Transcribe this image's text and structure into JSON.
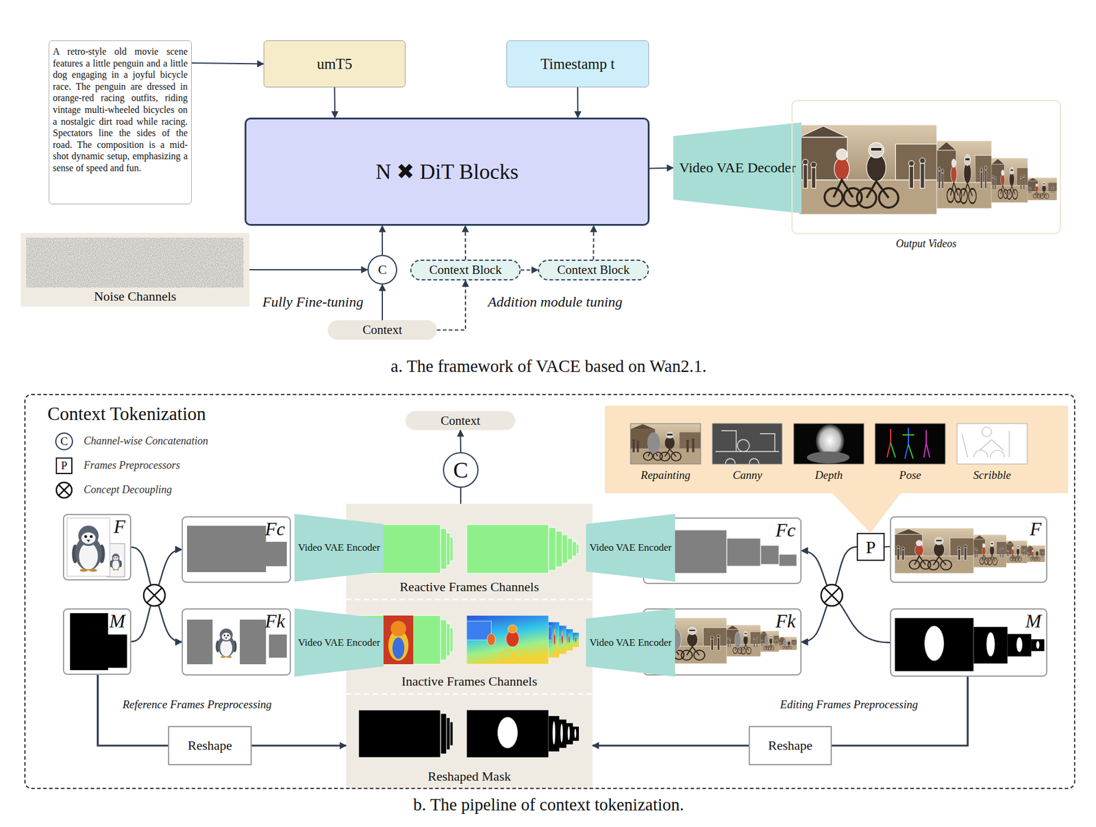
{
  "diagram": {
    "nodes": [
      {
        "text": [
          "A retro-style old movie scene features a little penguin and a little dog engaging in a joyful bicycle race. The penguin are dressed in orange-red racing outfits, riding vintage multi-wheeled bicycles on a nostalgic dirt road while racing. Spectators line the sides of the road. The composition is a mid-shot dynamic setup, emphasizing a sense of speed and fun."
        ]
      },
      {
        "text": [
          "umT5"
        ]
      },
      {
        "text": [
          "Timestamp t"
        ]
      },
      {
        "text": [
          "N ✖ DiT Blocks"
        ]
      },
      {
        "text": [
          "Video VAE Decoder"
        ]
      },
      {
        "text": [
          "Output Videos"
        ]
      },
      {
        "text": [
          "Noise Channels"
        ]
      },
      {
        "text": [
          "C"
        ]
      },
      {
        "text": [
          "Context Block"
        ]
      },
      {
        "text": [
          "Context Block"
        ]
      },
      {
        "text": [
          "Context"
        ]
      },
      {
        "text": [
          "Context Tokenization"
        ]
      },
      {
        "text": [
          "Context"
        ],
        "in": 11
      },
      {
        "text": [
          "C"
        ],
        "in": 11
      },
      {
        "text": [
          "Reactive Frames Channels"
        ],
        "in": 11
      },
      {
        "text": [
          "Inactive Frames Channels"
        ],
        "in": 11
      },
      {
        "text": [
          "Reshaped Mask"
        ],
        "in": 11
      },
      {
        "text": [
          "F"
        ],
        "in": 11
      },
      {
        "text": [
          "M"
        ],
        "in": 11
      },
      {
        "text": [
          "Fc"
        ],
        "in": 11
      },
      {
        "text": [
          "Fk"
        ],
        "in": 11
      },
      {
        "text": [
          "Video VAE Encoder"
        ],
        "in": 11
      },
      {
        "text": [
          "Video VAE Encoder"
        ],
        "in": 11
      },
      {
        "text": [
          "Reshape"
        ],
        "in": 11
      },
      {
        "text": [
          "P"
        ],
        "in": 11
      },
      {
        "text": [
          "F"
        ],
        "in": 11
      },
      {
        "text": [
          "M"
        ],
        "in": 11
      },
      {
        "text": [
          "Fc"
        ],
        "in": 11
      },
      {
        "text": [
          "Fk"
        ],
        "in": 11
      },
      {
        "text": [
          "Video VAE Encoder"
        ],
        "in": 11
      },
      {
        "text": [
          "Video VAE Encoder"
        ],
        "in": 11
      },
      {
        "text": [
          "Reshape"
        ],
        "in": 11
      }
    ],
    "edges": [
      {
        "from": 0,
        "to": 1,
        "arrow": "to"
      },
      {
        "from": 1,
        "to": 3,
        "arrow": "to"
      },
      {
        "from": 2,
        "to": 3,
        "arrow": "to"
      },
      {
        "from": 3,
        "to": 4,
        "arrow": "to"
      },
      {
        "from": 4,
        "to": 5,
        "arrow": "to"
      },
      {
        "from": 6,
        "to": 7,
        "arrow": "to"
      },
      {
        "from": 10,
        "to": 7,
        "arrow": "to"
      },
      {
        "from": 7,
        "to": 3,
        "arrow": "to"
      },
      {
        "from": 10,
        "to": 8,
        "arrow": "to"
      },
      {
        "from": 8,
        "to": 9,
        "arrow": "to"
      },
      {
        "from": 8,
        "to": 3,
        "arrow": "to"
      },
      {
        "from": 9,
        "to": 3,
        "arrow": "to"
      },
      {
        "from": 14,
        "to": 13,
        "arrow": "none"
      },
      {
        "from": 13,
        "to": 12,
        "arrow": "to"
      },
      {
        "from": 17,
        "to": 19,
        "arrow": "to"
      },
      {
        "from": 17,
        "to": 20,
        "arrow": "to"
      },
      {
        "from": 18,
        "to": 19,
        "arrow": "to"
      },
      {
        "from": 18,
        "to": 20,
        "arrow": "to"
      },
      {
        "from": 18,
        "to": 23,
        "arrow": "none"
      },
      {
        "from": 23,
        "to": 16,
        "arrow": "to"
      },
      {
        "from": 25,
        "to": 24,
        "arrow": "none"
      },
      {
        "from": 24,
        "to": 27,
        "arrow": "to"
      },
      {
        "from": 24,
        "to": 28,
        "arrow": "to"
      },
      {
        "from": 26,
        "to": 27,
        "arrow": "to"
      },
      {
        "from": 26,
        "to": 28,
        "arrow": "to"
      },
      {
        "from": 26,
        "to": 31,
        "arrow": "none"
      },
      {
        "from": 31,
        "to": 16,
        "arrow": "to"
      }
    ],
    "labels": [
      "Fully Fine-tuning",
      "Addition module tuning",
      "a. The framework of VACE based on Wan2.1.",
      "C",
      "P",
      "Repainting",
      "Canny",
      "Depth",
      "Pose",
      "Scribble",
      "Reference Frames Preprocessing",
      "Editing Frames Preprocessing",
      "b. The pipeline of context tokenization."
    ],
    "legend": [
      {
        "text": "Channel-wise Concatenation"
      },
      {
        "text": "Frames Preprocessors"
      },
      {
        "text": "Concept Decoupling"
      }
    ]
  }
}
